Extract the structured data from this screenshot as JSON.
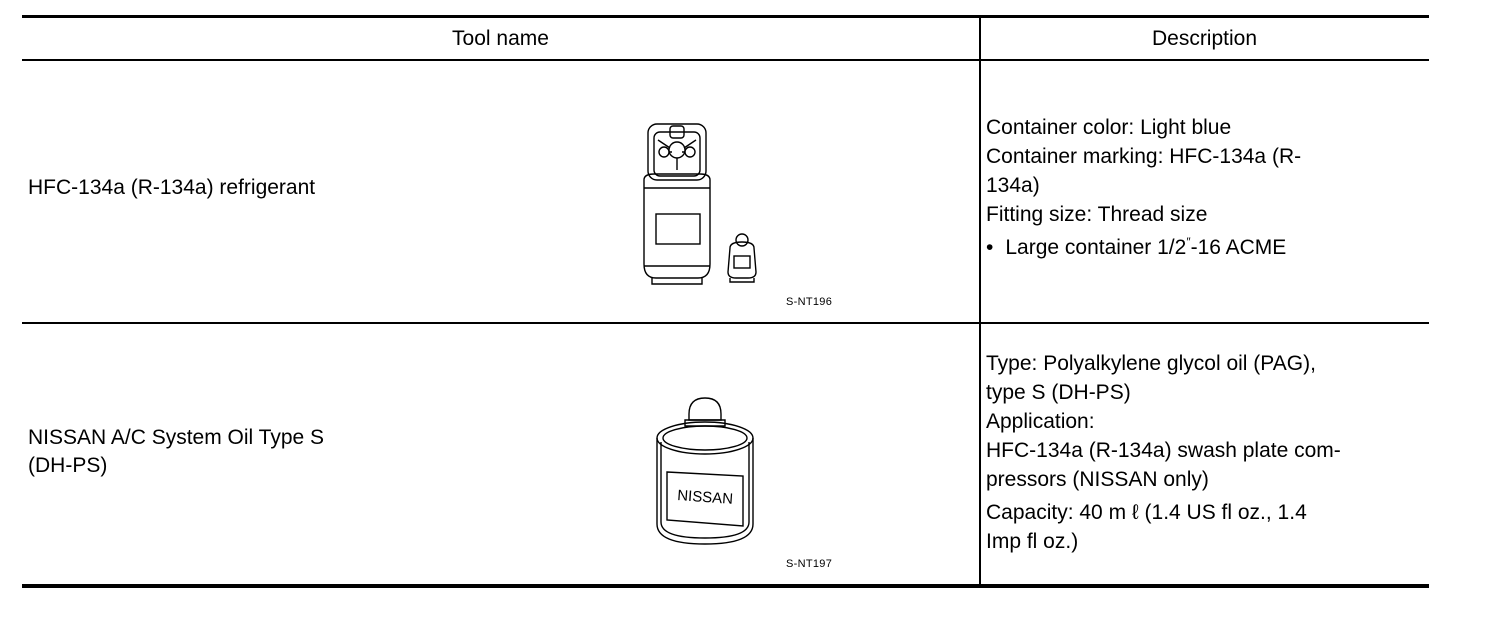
{
  "header": {
    "tool_col": "Tool name",
    "desc_col": "Description"
  },
  "rows": [
    {
      "tool_name": "HFC-134a (R-134a) refrigerant",
      "figure_code": "S-NT196",
      "desc": {
        "line1": "Container color: Light blue",
        "line2": "Container marking: HFC-134a (R-",
        "line3": "134a)",
        "line4": "Fitting size: Thread size",
        "bullet": "•",
        "bullet_pre": "Large container 1/2",
        "bullet_sup": "″",
        "bullet_post": "-16 ACME"
      }
    },
    {
      "tool_name_1": "NISSAN A/C System Oil Type S",
      "tool_name_2": "(DH-PS)",
      "figure_code": "S-NT197",
      "can_label": "NISSAN",
      "desc": {
        "line1": "Type: Polyalkylene glycol oil (PAG),",
        "line2": "type S (DH-PS)",
        "line3": "Application:",
        "line4": "HFC-134a (R-134a) swash plate com-",
        "line5": "pressors (NISSAN only)",
        "line6": "Capacity: 40 m ℓ  (1.4 US fl oz., 1.4",
        "line7": "Imp fl oz.)"
      }
    }
  ]
}
